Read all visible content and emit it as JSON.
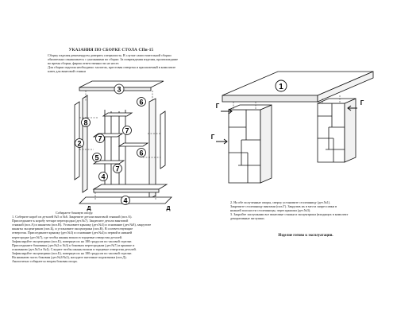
{
  "left": {
    "title": "УКАЗАНИЯ ПО СБОРКЕ СТОЛА СПн-15",
    "intro": [
      "Сборку изделия рекомендуем доверить специалисту. В случае самостоятельной сборки",
      "обязательно ознакомьтесь с указаниями по сборке. За повреждения изделия, произошедшие",
      "во время сборки, фирма ответственности не несет.",
      "Для сборки изделия необходимо: молоток, крестовая отвертка и прилагаемый в комплекте",
      "ключ для винтовой стяжки"
    ],
    "diagram_labels": [
      "3",
      "6",
      "8",
      "5",
      "7",
      "7",
      "6",
      "7",
      "2",
      "4",
      "4",
      "Д",
      "Д"
    ],
    "steps_heading": "Собираете боковую опору.",
    "steps": [
      "1. Соберите короб из деталей №5 и №6. Закрепите детали винтовой стяжкой (поз.А).",
      "Присоедините к коробу четыре перегородки (дет.№7). Закрепите детали винтовой",
      "стяжкой (поз.А) и шкантом (поз.В). Установите крышку (дет.№3) и основание (дет.№8), закрутите",
      "шканты эксцентриков (поз.Б), и установите эксцентрики (поз.В). В соответствующие",
      "отверстия. Присоедините крышку (дет.№3) и основание (дет.№4) к первой и нижней",
      "перегородке (дет.№7), где чтобы шканы вошли в торцевые отверстия деталей.",
      "Зафиксируйте эксцентрики (поз.Б), повернув их на 180 градусов по часовой стрелке.",
      "Присоедините боковины (дет.№2 и №3) к боковым перегородкам (дет.№7) и крышке и",
      "основанию (дет.№3 и №4). Следите чтобы шканы вошли в торцевые отверстия деталей.",
      "Зафиксируйте эксцентрики (поз.Б), повернув их на 180 градусов по часовой стрелке.",
      "На нижнюю часть боковин (дет.№2/№2), насадите пяточные подпятники (поз.Д).",
      "Аналогично собирается вторая боковая опора."
    ]
  },
  "right": {
    "diagram_labels": [
      "1",
      "Г",
      "Г",
      "Г"
    ],
    "text": [
      "2. На обе полученные опоры, сверху установите столешницу (дет.№1).",
      "Закрепите столешницу винтами (поз.Г). Закрутив их в места запрессовки в",
      "нижней плоскости столешницы, через крышки (дет.№3).",
      "3. Закройте заглушками все винтовые стяжки и эксцентрики (входящих в комплект",
      "декоративные заглушки."
    ],
    "final": "Изделие готово к эксплуатации."
  }
}
